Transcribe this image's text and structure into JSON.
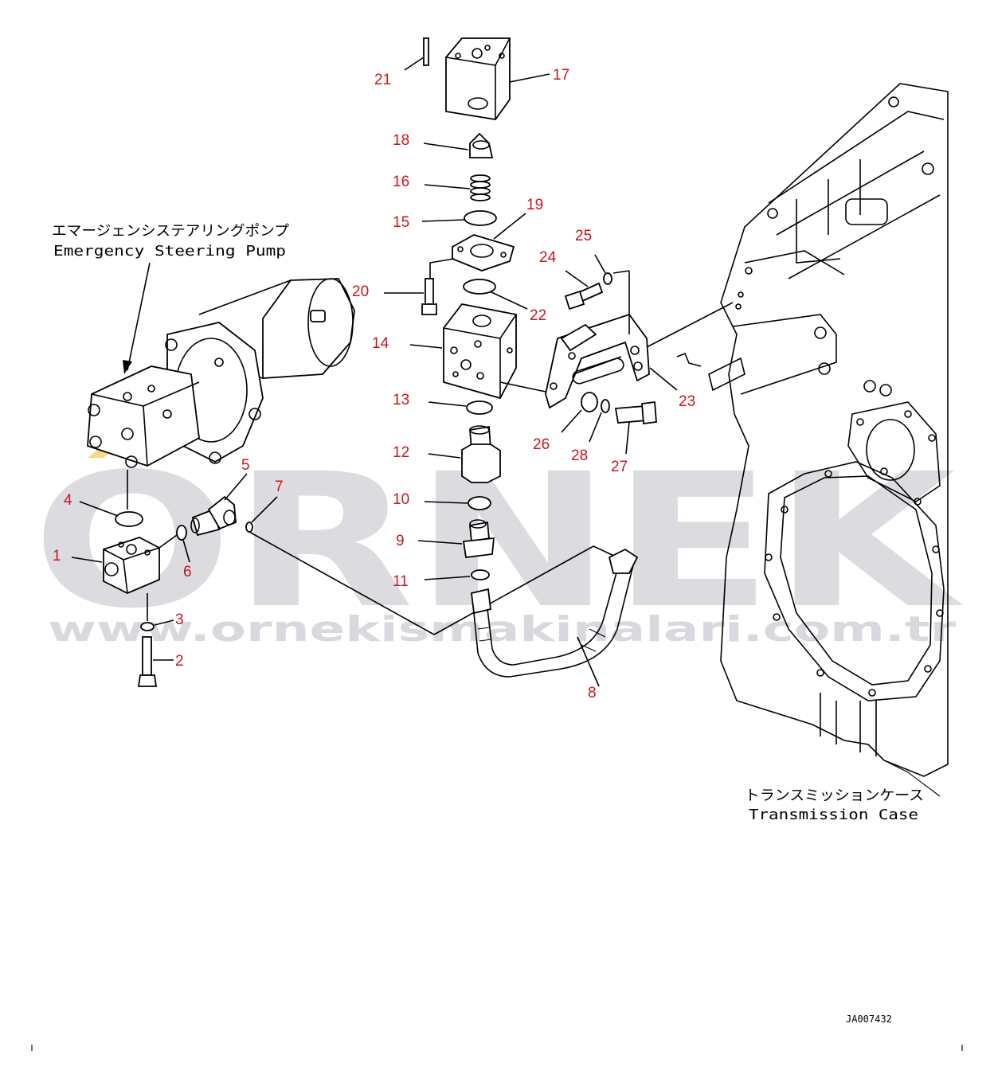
{
  "labels": {
    "pump_jp": "エマージェンシステアリングポンプ",
    "pump_en": "Emergency Steering Pump",
    "case_jp": "トランスミッションケース",
    "case_en": "Transmission Case",
    "drawing_code": "JA007432"
  },
  "watermark": {
    "brand": "ORNEK",
    "url": "www.ornekismakinalari.com.tr",
    "color": "#cfcfd6",
    "accent": "#f2c230"
  },
  "callouts": [
    "1",
    "2",
    "3",
    "4",
    "5",
    "6",
    "7",
    "8",
    "9",
    "10",
    "11",
    "12",
    "13",
    "14",
    "15",
    "16",
    "17",
    "18",
    "19",
    "20",
    "21",
    "22",
    "23",
    "24",
    "25",
    "26",
    "27",
    "28"
  ],
  "colors": {
    "callout": "#c8161d",
    "line": "#000000"
  }
}
